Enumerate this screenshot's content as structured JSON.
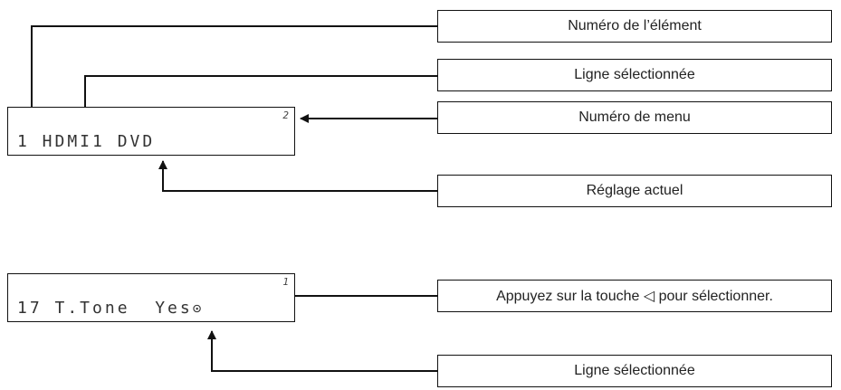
{
  "display1": {
    "content": "1 HDMI1 DVD",
    "menu_number": "2"
  },
  "display2": {
    "content": "17 T.Tone  Yes",
    "symbol": "⊙",
    "menu_number": "1"
  },
  "labels": {
    "item_number": "Numéro de l’élément",
    "selected_line_1": "Ligne sélectionnée",
    "menu_number": "Numéro de menu",
    "current_setting": "Réglage actuel",
    "press_key": "Appuyez sur la touche ◁ pour sélectionner.",
    "selected_line_2": "Ligne sélectionnée"
  }
}
